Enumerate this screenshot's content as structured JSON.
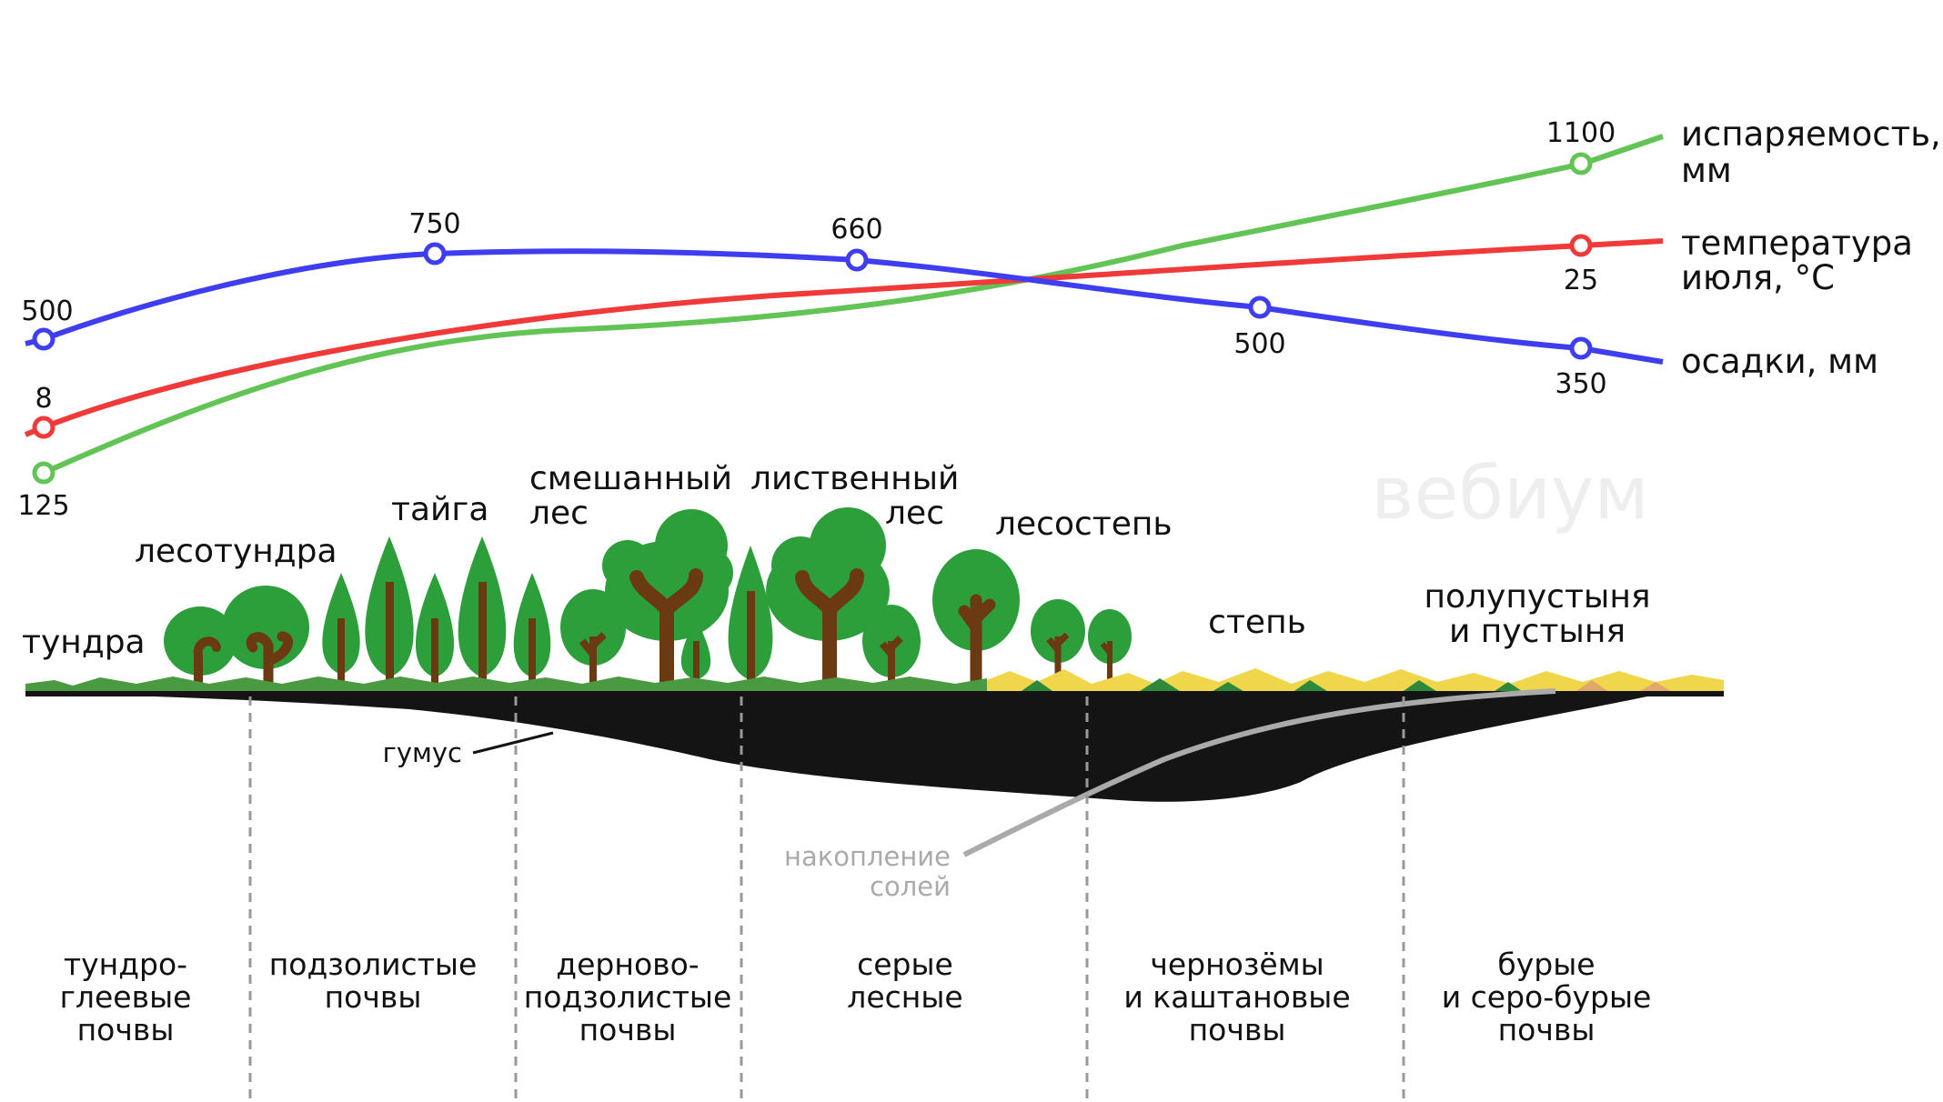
{
  "colors": {
    "precipitation": "#3e3ef0",
    "temperature": "#f03a3a",
    "evaporation": "#62c455",
    "humus": "#141414",
    "salt_line": "#aaaaaa",
    "tree_crown": "#2c9e3a",
    "trunk": "#6b3a13",
    "steppe_grass": "#f0d64a",
    "watermark": "#ececec"
  },
  "series": {
    "precipitation": {
      "legend": [
        "осадки, мм"
      ],
      "values": [
        "500",
        "750",
        "660",
        "500",
        "350"
      ]
    },
    "temperature": {
      "legend": [
        "температура",
        "июля, °С"
      ],
      "values": [
        "8",
        "25"
      ]
    },
    "evaporation": {
      "legend": [
        "испаряемость,",
        "мм"
      ],
      "values": [
        "125",
        "1100"
      ]
    }
  },
  "zones": {
    "tundra": [
      "тундра"
    ],
    "forest_tundra": [
      "лесотундра"
    ],
    "taiga": [
      "тайга"
    ],
    "mixed": [
      "смешанный",
      "лес"
    ],
    "deciduous": [
      "лиственный",
      "лес"
    ],
    "forest_steppe": [
      "лесостепь"
    ],
    "steppe": [
      "степь"
    ],
    "desert": [
      "полупустыня",
      "и пустыня"
    ]
  },
  "annotations": {
    "humus": "гумус",
    "salts": [
      "накопление",
      "солей"
    ]
  },
  "soils": [
    [
      "тундро-",
      "глеевые",
      "почвы"
    ],
    [
      "подзолистые",
      "почвы"
    ],
    [
      "дерново-",
      "подзолистые",
      "почвы"
    ],
    [
      "серые",
      "лесные"
    ],
    [
      "чернозёмы",
      "и каштановые",
      "почвы"
    ],
    [
      "бурые",
      "и серо-бурые",
      "почвы"
    ]
  ],
  "watermark": "вебиум"
}
